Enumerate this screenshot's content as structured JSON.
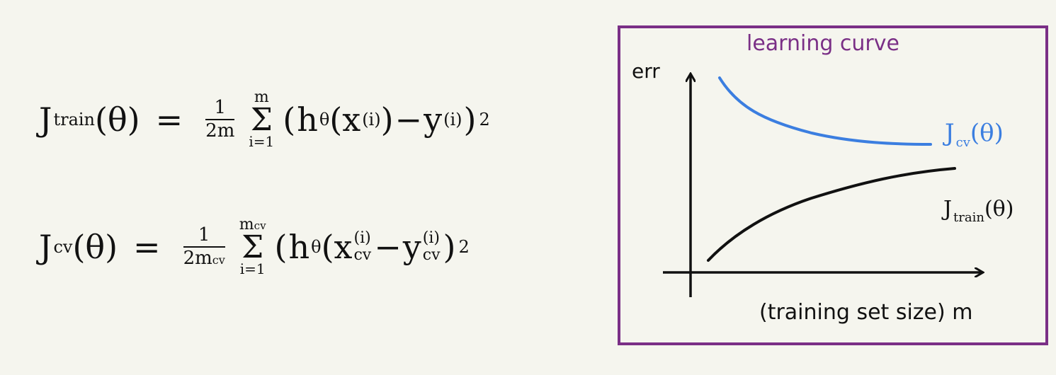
{
  "formula_train": {
    "J": "J",
    "sub": "train",
    "arg": "(θ)",
    "equals": "=",
    "frac_num": "1",
    "frac_den": "2m",
    "sum_upper": "m",
    "sigma": "Σ",
    "sum_lower": "i=1",
    "open": "(",
    "h": "h",
    "h_sub": "θ",
    "x_term": "(x",
    "x_sup": "(i)",
    "close_x": ")",
    "minus": "−",
    "y": "y",
    "y_sup": "(i)",
    "close": ")",
    "square": "2"
  },
  "formula_cv": {
    "J": "J",
    "sub": "cv",
    "arg": "(θ)",
    "equals": "=",
    "frac_num": "1",
    "frac_den": "2m",
    "frac_den_sub": "cv",
    "sum_upper": "m",
    "sum_upper_sub": "cv",
    "sigma": "Σ",
    "sum_lower": "i=1",
    "open": "(",
    "h": "h",
    "h_sub": "θ",
    "x_term": "(x",
    "x_sup": "(i)",
    "x_sub": "cv",
    "minus": "−",
    "y": "y",
    "y_sup": "(i)",
    "y_sub": "cv",
    "close": ")",
    "square": "2"
  },
  "panel": {
    "title": "learning curve",
    "y_label": "err",
    "x_label": "(training set size) m",
    "cv_label": {
      "J": "J",
      "sub": "cv",
      "arg": "(θ)"
    },
    "train_label": {
      "J": "J",
      "sub": "train",
      "arg": "(θ)"
    },
    "colors": {
      "border": "#7a2f86",
      "cv": "#3b7ee0",
      "train": "#111111"
    }
  }
}
